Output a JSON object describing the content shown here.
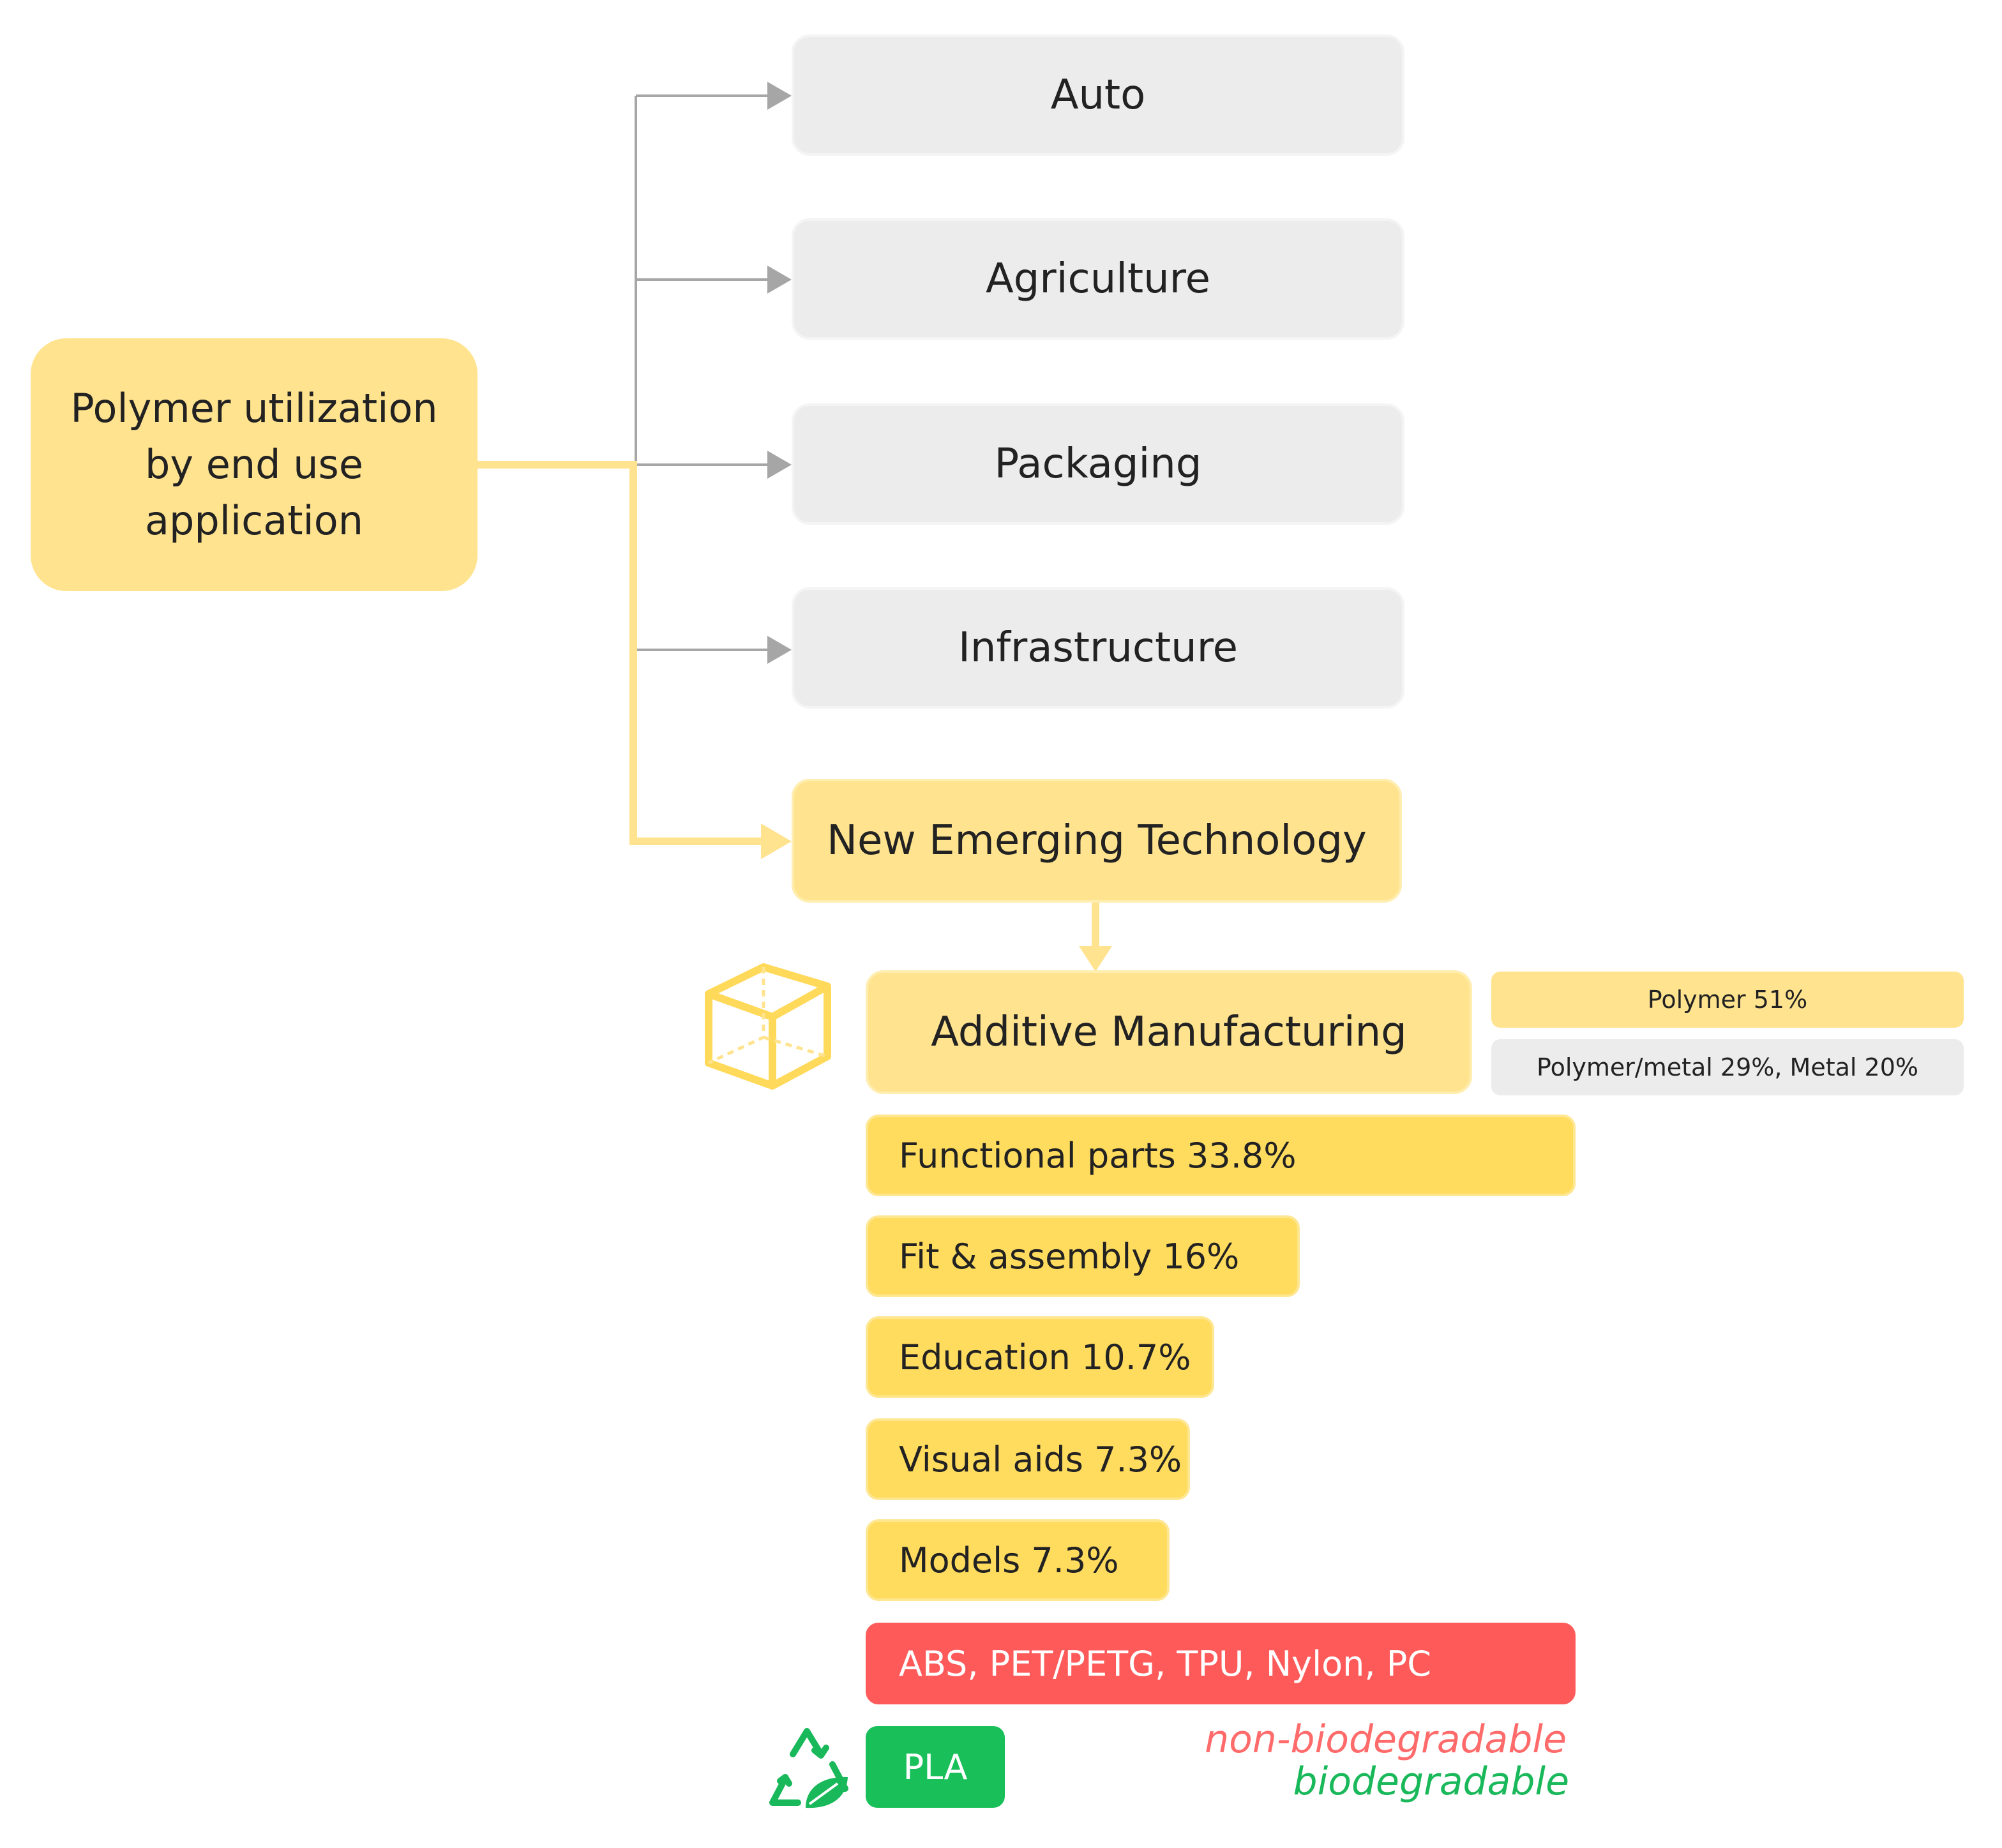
{
  "root": {
    "line1": "Polymer utilization",
    "line2": "by end use",
    "line3": "application"
  },
  "applications": [
    "Auto",
    "Agriculture",
    "Packaging",
    "Infrastructure"
  ],
  "emerging": "New Emerging Technology",
  "additive": "Additive Manufacturing",
  "material_split": {
    "polymer": "Polymer 51%",
    "other": "Polymer/metal 29%, Metal 20%"
  },
  "uses": [
    {
      "label": "Functional parts 33.8%",
      "value": 33.8
    },
    {
      "label": "Fit & assembly 16%",
      "value": 16
    },
    {
      "label": "Education 10.7%",
      "value": 10.7
    },
    {
      "label": "Visual aids 7.3%",
      "value": 7.3
    },
    {
      "label": "Models 7.3%",
      "value": 7.3
    }
  ],
  "materials": {
    "non_bio": "ABS, PET/PETG, TPU, Nylon, PC",
    "bio": "PLA"
  },
  "legend": {
    "non_bio": "non-biodegradable",
    "bio": "biodegradable"
  },
  "colors": {
    "yellow": "#ffe38f",
    "bar_yellow": "#ffdb5e",
    "gray": "#ececec",
    "red": "#ff5a5a",
    "green": "#19c05a",
    "legend_red": "#ff6b6b",
    "legend_green": "#19b85a"
  },
  "icons": {
    "cube": "cube-icon",
    "recycle": "recycle-leaf-icon"
  }
}
